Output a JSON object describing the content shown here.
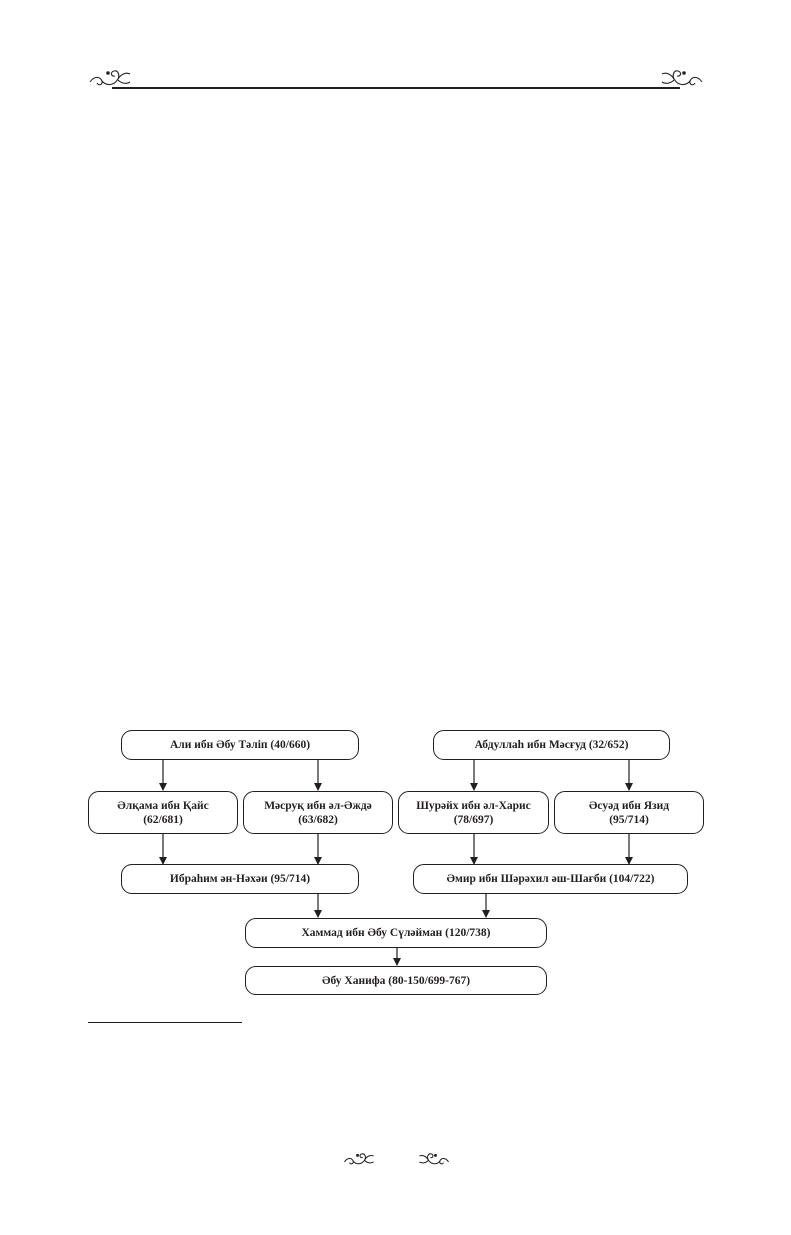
{
  "header": {
    "ornament_left": "floral-ornament-icon",
    "ornament_right": "floral-ornament-icon"
  },
  "diagram": {
    "nodes": {
      "ali": "Али ибн Әбу Тәліп (40/660)",
      "abdullah": "Абдуллаһ ибн Мәсғуд (32/652)",
      "alqama": "Әлқама ибн Қайс\n(62/681)",
      "masruq": "Мәсруқ ибн әл-Әждә\n(63/682)",
      "shurayh": "Шурәйх ибн әл-Харис\n(78/697)",
      "aswad": "Әсуәд ибн Язид\n(95/714)",
      "ibrahim": "Ибраһим ән-Нәхәи (95/714)",
      "amir": "Әмир ибн Шәрәхил әш-Шағби (104/722)",
      "hammad": "Хаммад ибн Әбу Сүләйман (120/738)",
      "abu_hanifa": "Әбу Ханифа (80-150/699-767)"
    }
  },
  "footer": {
    "ornament_left": "floral-ornament-icon",
    "ornament_right": "floral-ornament-icon"
  },
  "colors": {
    "ink": "#231f20",
    "paper": "#ffffff"
  }
}
